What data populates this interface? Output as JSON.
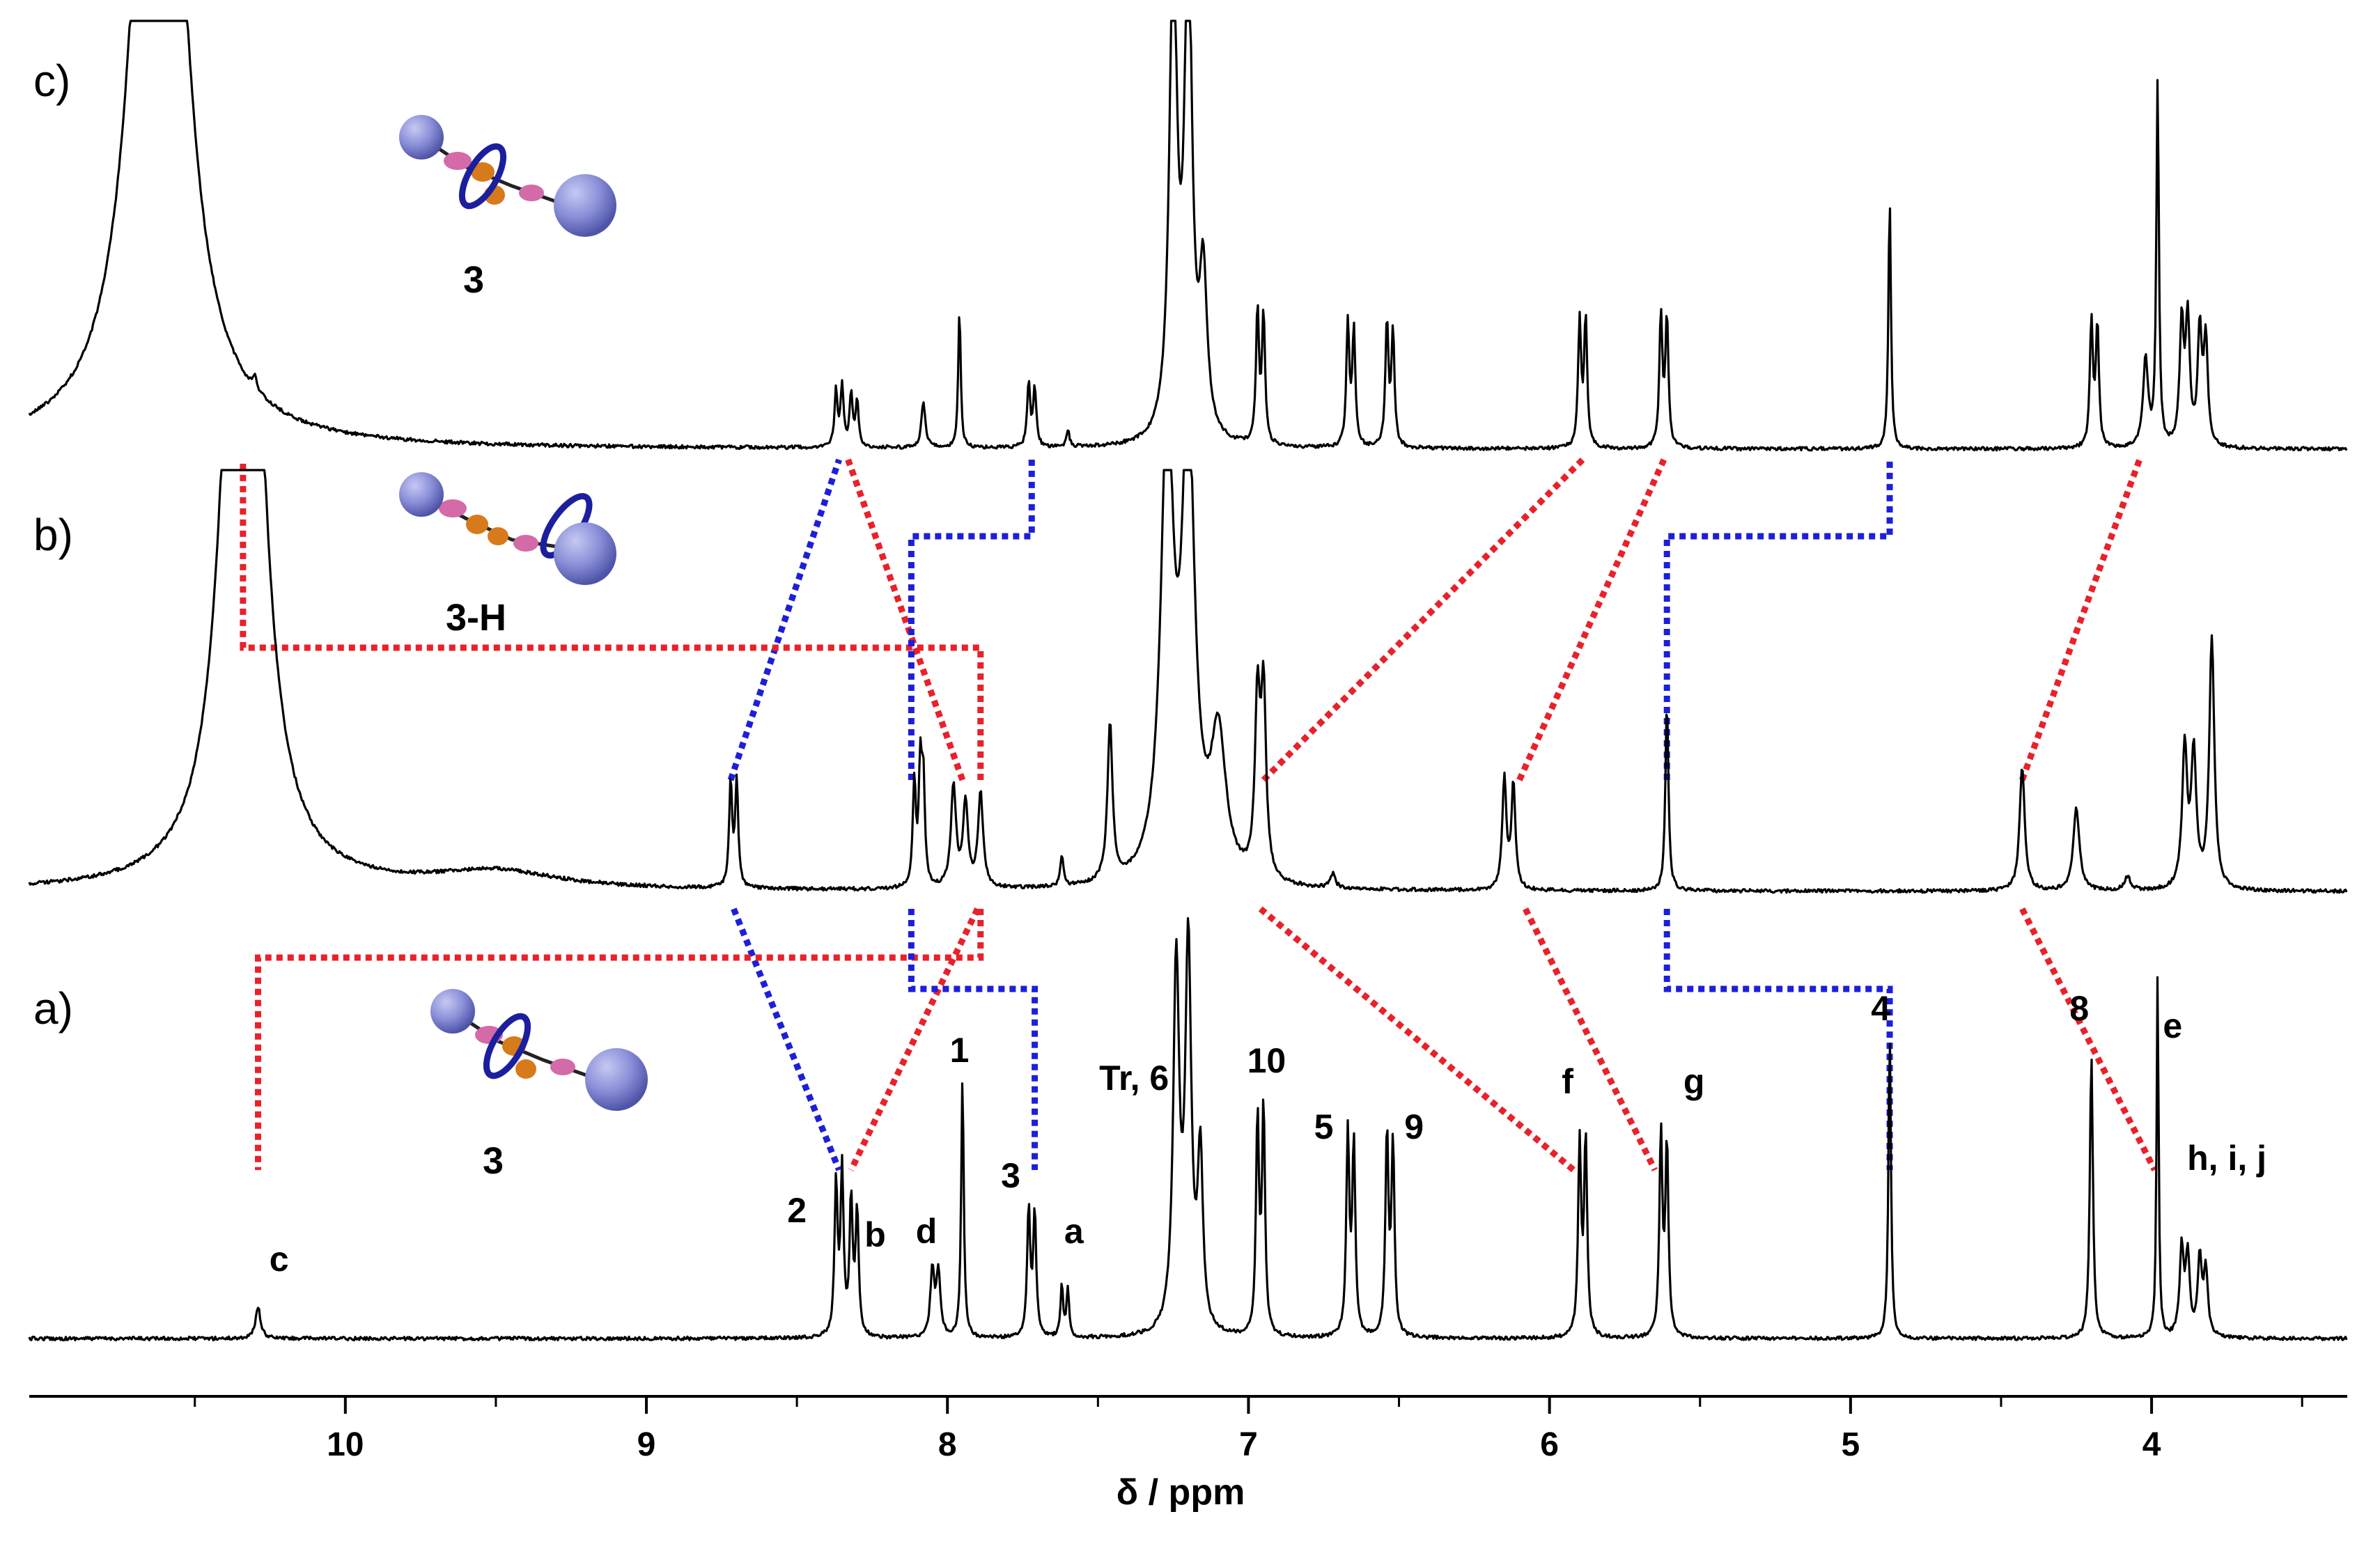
{
  "chart_data": {
    "type": "line",
    "title": "",
    "xlabel": "δ / ppm",
    "ylabel": "",
    "xlim": [
      11.05,
      3.35
    ],
    "x_axis_reversed": true,
    "grid": false,
    "legend": "none",
    "x_ticks": [
      10,
      9,
      8,
      7,
      6,
      5,
      4
    ],
    "colors": {
      "spectrum": "#000000",
      "correlation_red": "#e8212a",
      "correlation_blue": "#1d1fd8",
      "molecule_ring": "#1b1f9e",
      "molecule_stopper": "#8a8fd8",
      "molecule_bead_pink": "#d46aa8",
      "molecule_bead_orange": "#d77a1b"
    },
    "series": [
      {
        "name": "a)",
        "compound": "3",
        "peaks": [
          {
            "x": 10.29,
            "h": 0.09,
            "w": 0.01
          },
          {
            "x": 8.37,
            "h": 0.44,
            "w": 0.006
          },
          {
            "x": 8.35,
            "h": 0.47,
            "w": 0.006
          },
          {
            "x": 8.32,
            "h": 0.39,
            "w": 0.006
          },
          {
            "x": 8.3,
            "h": 0.36,
            "w": 0.006
          },
          {
            "x": 8.05,
            "h": 0.19,
            "w": 0.008
          },
          {
            "x": 8.03,
            "h": 0.18,
            "w": 0.008
          },
          {
            "x": 7.95,
            "h": 0.75,
            "w": 0.005
          },
          {
            "x": 7.73,
            "h": 0.37,
            "w": 0.006
          },
          {
            "x": 7.71,
            "h": 0.35,
            "w": 0.006
          },
          {
            "x": 7.62,
            "h": 0.15,
            "w": 0.005
          },
          {
            "x": 7.6,
            "h": 0.14,
            "w": 0.005
          },
          {
            "x": 7.24,
            "h": 1.05,
            "w": 0.012
          },
          {
            "x": 7.2,
            "h": 1.1,
            "w": 0.012
          },
          {
            "x": 7.16,
            "h": 0.5,
            "w": 0.01
          },
          {
            "x": 6.97,
            "h": 0.62,
            "w": 0.006
          },
          {
            "x": 6.95,
            "h": 0.65,
            "w": 0.006
          },
          {
            "x": 6.67,
            "h": 0.58,
            "w": 0.006
          },
          {
            "x": 6.65,
            "h": 0.55,
            "w": 0.006
          },
          {
            "x": 6.54,
            "h": 0.58,
            "w": 0.006
          },
          {
            "x": 6.52,
            "h": 0.55,
            "w": 0.006
          },
          {
            "x": 5.9,
            "h": 0.55,
            "w": 0.006
          },
          {
            "x": 5.88,
            "h": 0.57,
            "w": 0.006
          },
          {
            "x": 5.63,
            "h": 0.58,
            "w": 0.006
          },
          {
            "x": 5.61,
            "h": 0.55,
            "w": 0.006
          },
          {
            "x": 4.87,
            "h": 0.88,
            "w": 0.005
          },
          {
            "x": 4.2,
            "h": 0.82,
            "w": 0.006
          },
          {
            "x": 3.98,
            "h": 1.05,
            "w": 0.004
          },
          {
            "x": 3.9,
            "h": 0.25,
            "w": 0.008
          },
          {
            "x": 3.88,
            "h": 0.23,
            "w": 0.008
          },
          {
            "x": 3.84,
            "h": 0.22,
            "w": 0.008
          },
          {
            "x": 3.82,
            "h": 0.19,
            "w": 0.008
          }
        ]
      },
      {
        "name": "b)",
        "compound": "3-H",
        "peaks": [
          {
            "x": 10.34,
            "h": 3.0,
            "w": 0.06
          },
          {
            "x": 9.5,
            "h": 0.05,
            "w": 0.25
          },
          {
            "x": 8.72,
            "h": 0.3,
            "w": 0.006
          },
          {
            "x": 8.7,
            "h": 0.3,
            "w": 0.006
          },
          {
            "x": 8.11,
            "h": 0.3,
            "w": 0.006
          },
          {
            "x": 8.09,
            "h": 0.33,
            "w": 0.006
          },
          {
            "x": 8.08,
            "h": 0.29,
            "w": 0.006
          },
          {
            "x": 7.98,
            "h": 0.29,
            "w": 0.01
          },
          {
            "x": 7.94,
            "h": 0.24,
            "w": 0.01
          },
          {
            "x": 7.89,
            "h": 0.27,
            "w": 0.01
          },
          {
            "x": 7.62,
            "h": 0.09,
            "w": 0.006
          },
          {
            "x": 7.46,
            "h": 0.45,
            "w": 0.01
          },
          {
            "x": 7.27,
            "h": 1.3,
            "w": 0.025
          },
          {
            "x": 7.2,
            "h": 1.3,
            "w": 0.025
          },
          {
            "x": 7.1,
            "h": 0.4,
            "w": 0.03
          },
          {
            "x": 6.97,
            "h": 0.5,
            "w": 0.01
          },
          {
            "x": 6.95,
            "h": 0.52,
            "w": 0.01
          },
          {
            "x": 6.72,
            "h": 0.04,
            "w": 0.01
          },
          {
            "x": 6.15,
            "h": 0.32,
            "w": 0.008
          },
          {
            "x": 6.12,
            "h": 0.3,
            "w": 0.008
          },
          {
            "x": 5.61,
            "h": 0.54,
            "w": 0.006
          },
          {
            "x": 4.43,
            "h": 0.36,
            "w": 0.01
          },
          {
            "x": 4.25,
            "h": 0.24,
            "w": 0.012
          },
          {
            "x": 4.08,
            "h": 0.04,
            "w": 0.012
          },
          {
            "x": 3.89,
            "h": 0.4,
            "w": 0.01
          },
          {
            "x": 3.86,
            "h": 0.38,
            "w": 0.01
          },
          {
            "x": 3.8,
            "h": 0.72,
            "w": 0.01
          }
        ]
      },
      {
        "name": "c)",
        "compound": "3",
        "peaks": [
          {
            "x": 10.62,
            "h": 3.0,
            "w": 0.08
          },
          {
            "x": 10.3,
            "h": 0.04,
            "w": 0.008
          },
          {
            "x": 8.37,
            "h": 0.16,
            "w": 0.006
          },
          {
            "x": 8.35,
            "h": 0.17,
            "w": 0.006
          },
          {
            "x": 8.32,
            "h": 0.15,
            "w": 0.006
          },
          {
            "x": 8.3,
            "h": 0.13,
            "w": 0.006
          },
          {
            "x": 8.08,
            "h": 0.13,
            "w": 0.008
          },
          {
            "x": 7.96,
            "h": 0.39,
            "w": 0.005
          },
          {
            "x": 7.73,
            "h": 0.18,
            "w": 0.006
          },
          {
            "x": 7.71,
            "h": 0.17,
            "w": 0.006
          },
          {
            "x": 7.6,
            "h": 0.05,
            "w": 0.006
          },
          {
            "x": 7.25,
            "h": 1.4,
            "w": 0.015
          },
          {
            "x": 7.2,
            "h": 1.4,
            "w": 0.015
          },
          {
            "x": 7.15,
            "h": 0.45,
            "w": 0.015
          },
          {
            "x": 6.97,
            "h": 0.38,
            "w": 0.006
          },
          {
            "x": 6.95,
            "h": 0.37,
            "w": 0.006
          },
          {
            "x": 6.67,
            "h": 0.35,
            "w": 0.006
          },
          {
            "x": 6.65,
            "h": 0.33,
            "w": 0.006
          },
          {
            "x": 6.54,
            "h": 0.36,
            "w": 0.006
          },
          {
            "x": 6.52,
            "h": 0.33,
            "w": 0.006
          },
          {
            "x": 5.9,
            "h": 0.36,
            "w": 0.006
          },
          {
            "x": 5.88,
            "h": 0.37,
            "w": 0.006
          },
          {
            "x": 5.63,
            "h": 0.38,
            "w": 0.006
          },
          {
            "x": 5.61,
            "h": 0.37,
            "w": 0.006
          },
          {
            "x": 4.87,
            "h": 0.72,
            "w": 0.005
          },
          {
            "x": 4.2,
            "h": 0.36,
            "w": 0.006
          },
          {
            "x": 4.18,
            "h": 0.35,
            "w": 0.006
          },
          {
            "x": 4.02,
            "h": 0.25,
            "w": 0.01
          },
          {
            "x": 3.98,
            "h": 1.05,
            "w": 0.005
          },
          {
            "x": 3.9,
            "h": 0.35,
            "w": 0.008
          },
          {
            "x": 3.88,
            "h": 0.36,
            "w": 0.008
          },
          {
            "x": 3.84,
            "h": 0.33,
            "w": 0.008
          },
          {
            "x": 3.82,
            "h": 0.3,
            "w": 0.008
          }
        ]
      }
    ],
    "annotations": [
      {
        "text": "c",
        "x": 10.22
      },
      {
        "text": "2",
        "x": 8.5
      },
      {
        "text": "b",
        "x": 8.24
      },
      {
        "text": "d",
        "x": 8.07
      },
      {
        "text": "1",
        "x": 7.96
      },
      {
        "text": "3",
        "x": 7.79
      },
      {
        "text": "a",
        "x": 7.58
      },
      {
        "text": "Tr, 6",
        "x": 7.38
      },
      {
        "text": "10",
        "x": 6.94
      },
      {
        "text": "5",
        "x": 6.75
      },
      {
        "text": "9",
        "x": 6.45
      },
      {
        "text": "f",
        "x": 5.94
      },
      {
        "text": "g",
        "x": 5.52
      },
      {
        "text": "4",
        "x": 4.9
      },
      {
        "text": "8",
        "x": 4.24
      },
      {
        "text": "e",
        "x": 3.93
      },
      {
        "text": "h, i, j",
        "x": 3.75
      }
    ],
    "correlations_ab": [
      {
        "type": "slant",
        "color": "blue",
        "from": 8.71,
        "to": 8.36
      },
      {
        "type": "slant",
        "color": "red",
        "from": 7.9,
        "to": 8.32
      },
      {
        "type": "elbow",
        "color": "red",
        "from": 7.89,
        "to": 10.29
      },
      {
        "type": "elbow",
        "color": "blue",
        "from": 8.12,
        "to": 7.71
      },
      {
        "type": "slant",
        "color": "red",
        "from": 6.96,
        "to": 5.92
      },
      {
        "type": "slant",
        "color": "red",
        "from": 6.08,
        "to": 5.65
      },
      {
        "type": "elbow",
        "color": "blue",
        "from": 5.61,
        "to": 4.87
      },
      {
        "type": "slant",
        "color": "red",
        "from": 4.43,
        "to": 3.99
      }
    ],
    "correlations_bc": [
      {
        "type": "slant",
        "color": "blue",
        "from": 8.72,
        "to": 8.36
      },
      {
        "type": "slant",
        "color": "red",
        "from": 7.95,
        "to": 8.33
      },
      {
        "type": "elbow",
        "color": "red",
        "from": 7.89,
        "to": 10.34
      },
      {
        "type": "elbow",
        "color": "blue",
        "from": 8.12,
        "to": 7.72
      },
      {
        "type": "slant",
        "color": "red",
        "from": 6.95,
        "to": 5.89
      },
      {
        "type": "slant",
        "color": "red",
        "from": 6.1,
        "to": 5.62
      },
      {
        "type": "elbow",
        "color": "blue",
        "from": 5.61,
        "to": 4.87
      },
      {
        "type": "slant",
        "color": "red",
        "from": 4.43,
        "to": 4.04
      }
    ]
  }
}
